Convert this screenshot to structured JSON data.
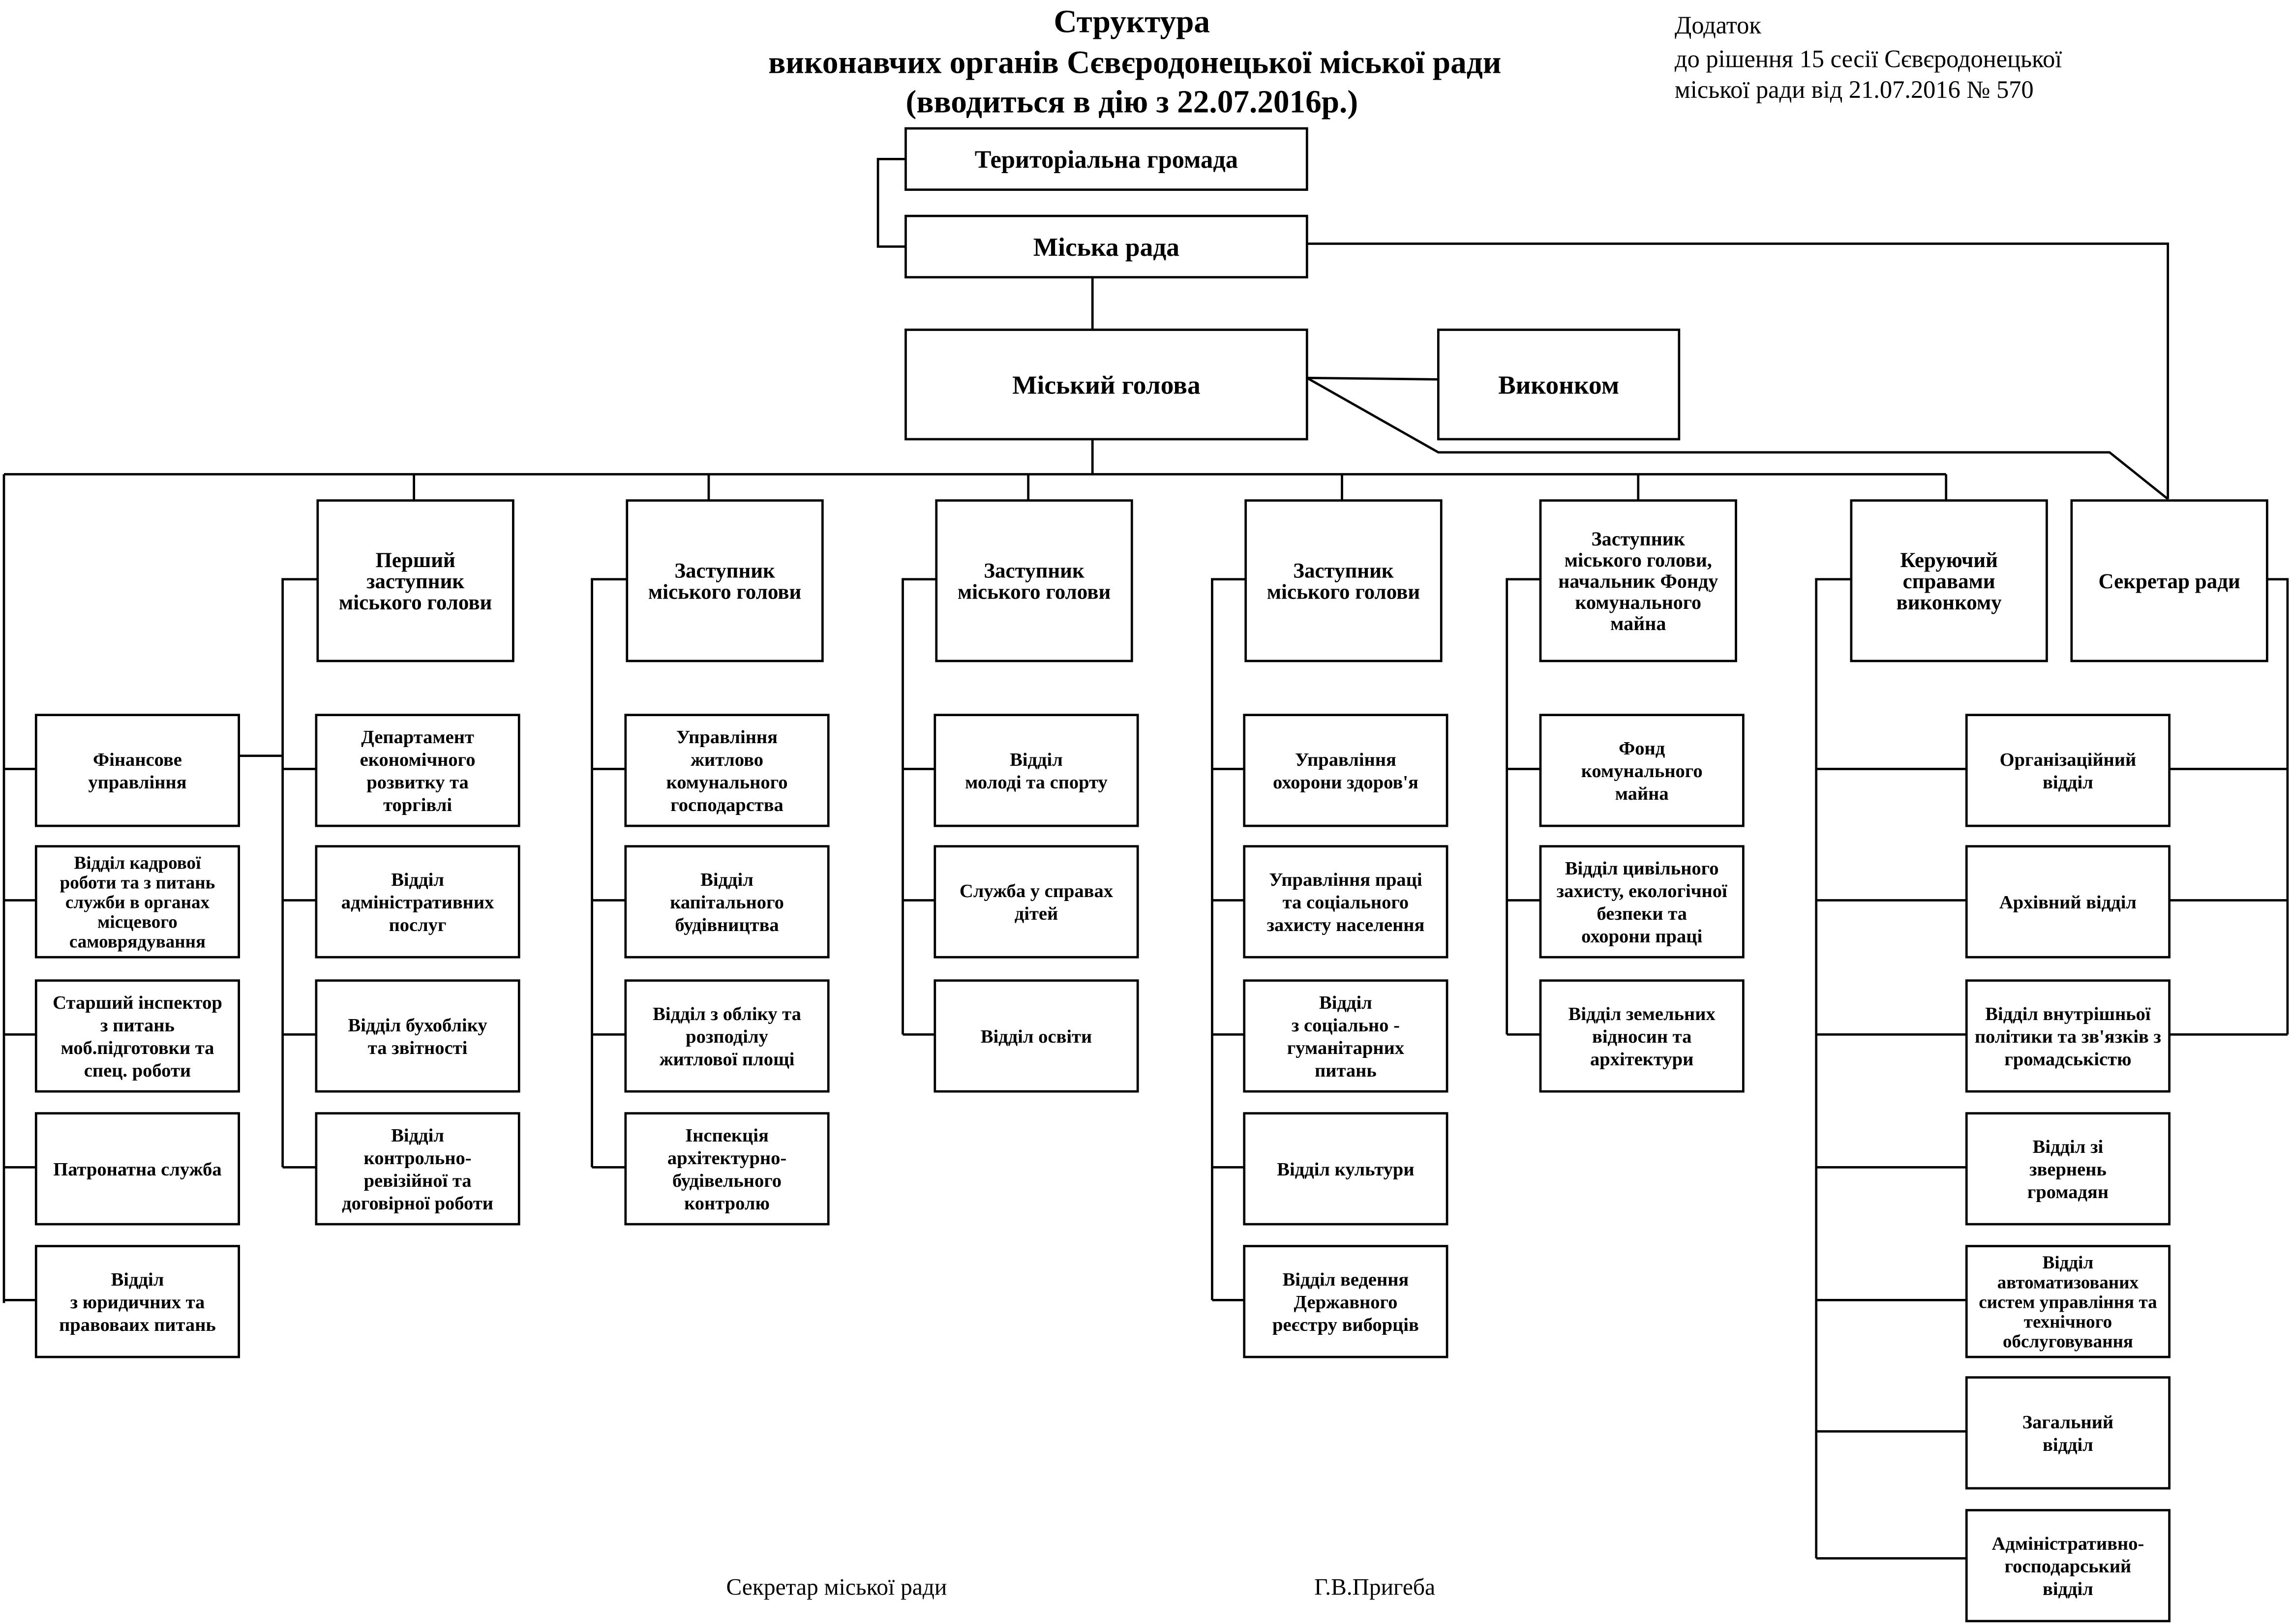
{
  "title": {
    "line1": "Структура",
    "line2": "виконавчих органів Сєвєродонецької міської ради",
    "line3": "(вводиться в дію з 22.07.2016р.)"
  },
  "appendix": {
    "line1": "Додаток",
    "line2": "до рішення   15 сесії Сєвєродонецької",
    "line3": "міської ради  від   21.07.2016    № 570"
  },
  "top": {
    "community": [
      "Територіальна громада"
    ],
    "council": [
      "Міська рада"
    ],
    "mayor": [
      "Міський голова"
    ],
    "executive_committee": [
      "Виконком"
    ]
  },
  "columns": [
    {
      "head": null,
      "units": [
        [
          "Фінансове",
          "управління"
        ],
        [
          "Відділ кадрової",
          "роботи та з питань",
          "служби в органах",
          "місцевого",
          "самоврядування"
        ],
        [
          "Старший інспектор",
          "з питань",
          "моб.підготовки та",
          "спец. роботи"
        ],
        [
          "Патронатна служба"
        ],
        [
          "Відділ",
          "з юридичних та",
          "правоваих питань"
        ]
      ]
    },
    {
      "head": [
        "Перший",
        "заступник",
        "міського голови"
      ],
      "units": [
        [
          "Департамент",
          "економічного",
          "розвитку та",
          "торгівлі"
        ],
        [
          "Відділ",
          "адміністративних",
          "послуг"
        ],
        [
          "Відділ бухобліку",
          "та звітності"
        ],
        [
          "Відділ",
          "контрольно-",
          "ревізійної та",
          "договірної роботи"
        ]
      ]
    },
    {
      "head": [
        "Заступник",
        "міського голови"
      ],
      "units": [
        [
          "Управління",
          "житлово",
          "комунального",
          "господарства"
        ],
        [
          "Відділ",
          "капітального",
          "будівництва"
        ],
        [
          "Відділ з обліку та",
          "розподілу",
          "житлової площі"
        ],
        [
          "Інспекція",
          "архітектурно-",
          "будівельного",
          "контролю"
        ]
      ]
    },
    {
      "head": [
        "Заступник",
        "міського голови"
      ],
      "units": [
        [
          "Відділ",
          "молоді  та спорту"
        ],
        [
          "Служба у справах",
          "дітей"
        ],
        [
          "Відділ освіти"
        ]
      ]
    },
    {
      "head": [
        "Заступник",
        "міського голови"
      ],
      "units": [
        [
          "Управління",
          "охорони здоров'я"
        ],
        [
          "Управління праці",
          "та соціального",
          "захисту населення"
        ],
        [
          "Відділ",
          "з соціально -",
          "гуманітарних",
          "питань"
        ],
        [
          "Відділ культури"
        ],
        [
          "Відділ ведення",
          "Державного",
          "реєстру виборців"
        ]
      ]
    },
    {
      "head": [
        "Заступник",
        "міського голови,",
        "начальник  Фонду",
        "комунального",
        "майна"
      ],
      "units": [
        [
          "Фонд",
          "комунального",
          "майна"
        ],
        [
          "Відділ цивільного",
          "захисту, екологічної",
          "безпеки та",
          "охорони праці"
        ],
        [
          "Відділ земельних",
          "відносин та",
          "архітектури"
        ]
      ]
    },
    {
      "head": [
        "Керуючий",
        "справами",
        "виконкому"
      ],
      "units": [
        [
          "Організаційний",
          "відділ"
        ],
        [
          "Архівний відділ"
        ],
        [
          "Відділ внутрішньої",
          "політики та зв'язків з",
          "громадськістю"
        ],
        [
          "Відділ зі",
          "звернень",
          "громадян"
        ],
        [
          "Відділ",
          "автоматизованих",
          "систем управління та",
          "технічного",
          "обслуговування"
        ],
        [
          "Загальний",
          "відділ"
        ],
        [
          "Адміністративно-",
          "господарський",
          "відділ"
        ]
      ]
    },
    {
      "head": [
        "Секретар ради"
      ],
      "units": []
    }
  ],
  "footer": {
    "position": "Секретар міської ради",
    "name": "Г.В.Пригеба"
  }
}
